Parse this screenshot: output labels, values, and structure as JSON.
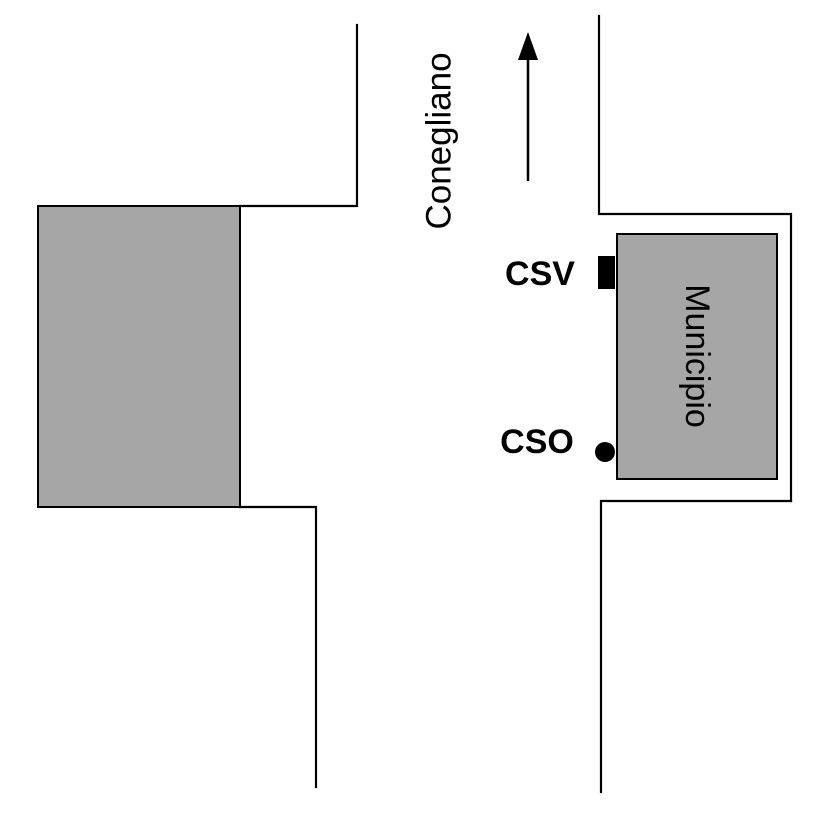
{
  "map": {
    "direction_label": "Conegliano",
    "building_label": "Municipio",
    "markers": {
      "csv_label": "CSV",
      "cso_label": "CSO"
    },
    "colors": {
      "building_fill": "#a6a6a6",
      "outline": "#000000",
      "background": "#ffffff"
    },
    "icons": {
      "direction": "arrow-up-icon",
      "csv_marker": "square-marker-icon",
      "cso_marker": "circle-marker-icon"
    }
  }
}
